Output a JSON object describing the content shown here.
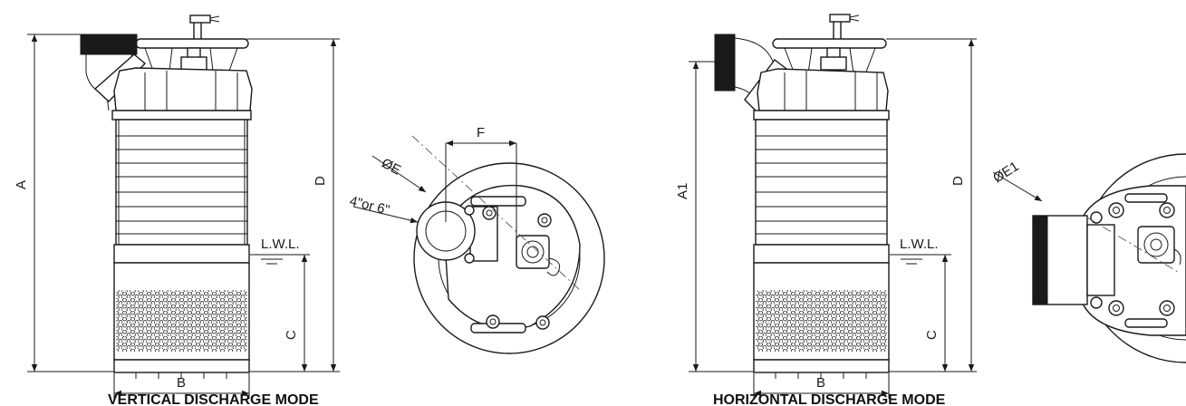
{
  "views": {
    "vertical": {
      "caption": "VERTICAL DISCHARGE MODE",
      "dim_a": "A",
      "dim_b": "B",
      "dim_c": "C",
      "dim_d": "D",
      "lwl": "L.W.L."
    },
    "vertical_top": {
      "dim_f": "F",
      "dim_e": "ØE",
      "outlet": "4\"or 6\""
    },
    "horizontal": {
      "caption": "HORIZONTAL DISCHARGE MODE",
      "dim_a1": "A1",
      "dim_b": "B",
      "dim_c": "C",
      "dim_d": "D",
      "lwl": "L.W.L."
    },
    "horizontal_top": {
      "dim_e1": "ØE1"
    }
  },
  "colors": {
    "line": "#1a1a1a",
    "fill_dark": "#1a1a1a",
    "background": "#ffffff"
  }
}
